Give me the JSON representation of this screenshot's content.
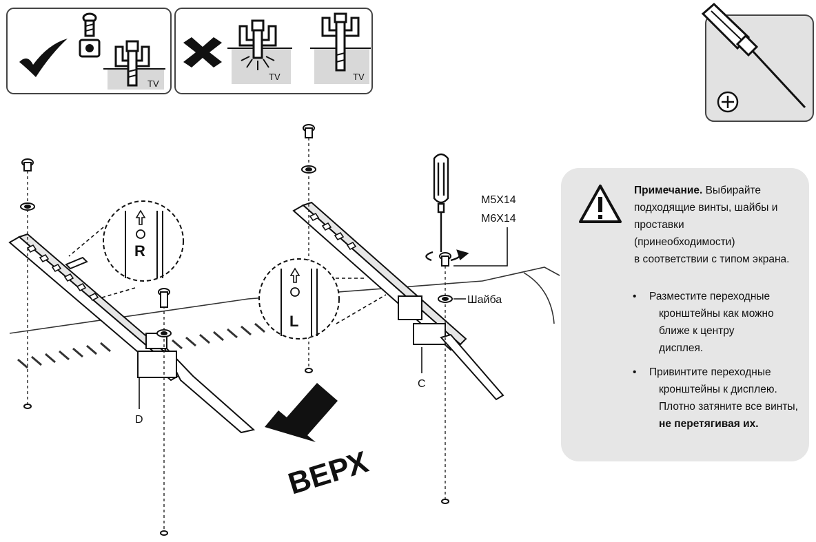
{
  "legend": {
    "correct_mark_icon": "check-mark-icon",
    "wrong_mark_icon": "cross-mark-icon",
    "tv_label_1": "TV",
    "tv_label_2": "TV",
    "tv_label_3": "TV"
  },
  "tool": {
    "icon": "phillips-screwdriver-icon",
    "tip_icon": "phillips-head-icon"
  },
  "labels": {
    "screw_size_1": "M5X14",
    "screw_size_2": "M6X14",
    "washer": "Шайба",
    "bracket_c": "C",
    "bracket_d": "D",
    "mark_r": "R",
    "mark_l": "L",
    "top_arrow": "ВЕРХ"
  },
  "note": {
    "icon": "warning-triangle-icon",
    "title": "Примечание.",
    "text_lines": [
      " Выбирайте",
      "подходящие винты, шайбы и",
      "проставки",
      "(принеобходимости)",
      "в соответствии с типом экрана."
    ],
    "bullets": [
      {
        "lines": [
          "Разместите переходные",
          "кронштейны как можно",
          "ближе к центру",
          "дисплея."
        ],
        "bold_tail": ""
      },
      {
        "lines": [
          "Привинтите переходные",
          "кронштейны к дисплею.",
          "Плотно затяните все винты,"
        ],
        "bold_tail": "не перетягивая их."
      }
    ]
  }
}
